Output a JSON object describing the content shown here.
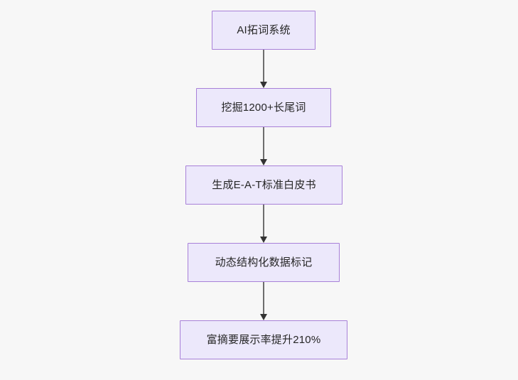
{
  "diagram": {
    "type": "flowchart",
    "orientation": "top-to-bottom",
    "background_color": "#f7f7f7",
    "node_fill_color": "#ece8fb",
    "node_border_color": "#a880d8",
    "node_text_color": "#262626",
    "connector_line_color": "#6e6e6e",
    "connector_arrow_color": "#333333",
    "nodes": [
      {
        "id": "node-1",
        "label": "AI拓词系统"
      },
      {
        "id": "node-2",
        "label": "挖掘1200+长尾词"
      },
      {
        "id": "node-3",
        "label": "生成E-A-T标准白皮书"
      },
      {
        "id": "node-4",
        "label": "动态结构化数据标记"
      },
      {
        "id": "node-5",
        "label": "富摘要展示率提升210%"
      }
    ],
    "edges": [
      {
        "id": "edge-1",
        "from": "node-1",
        "to": "node-2",
        "arrow": "arrow-down-icon",
        "label": ""
      },
      {
        "id": "edge-2",
        "from": "node-2",
        "to": "node-3",
        "arrow": "arrow-down-icon",
        "label": ""
      },
      {
        "id": "edge-3",
        "from": "node-3",
        "to": "node-4",
        "arrow": "arrow-down-icon",
        "label": ""
      },
      {
        "id": "edge-4",
        "from": "node-4",
        "to": "node-5",
        "arrow": "arrow-down-icon",
        "label": ""
      }
    ]
  }
}
